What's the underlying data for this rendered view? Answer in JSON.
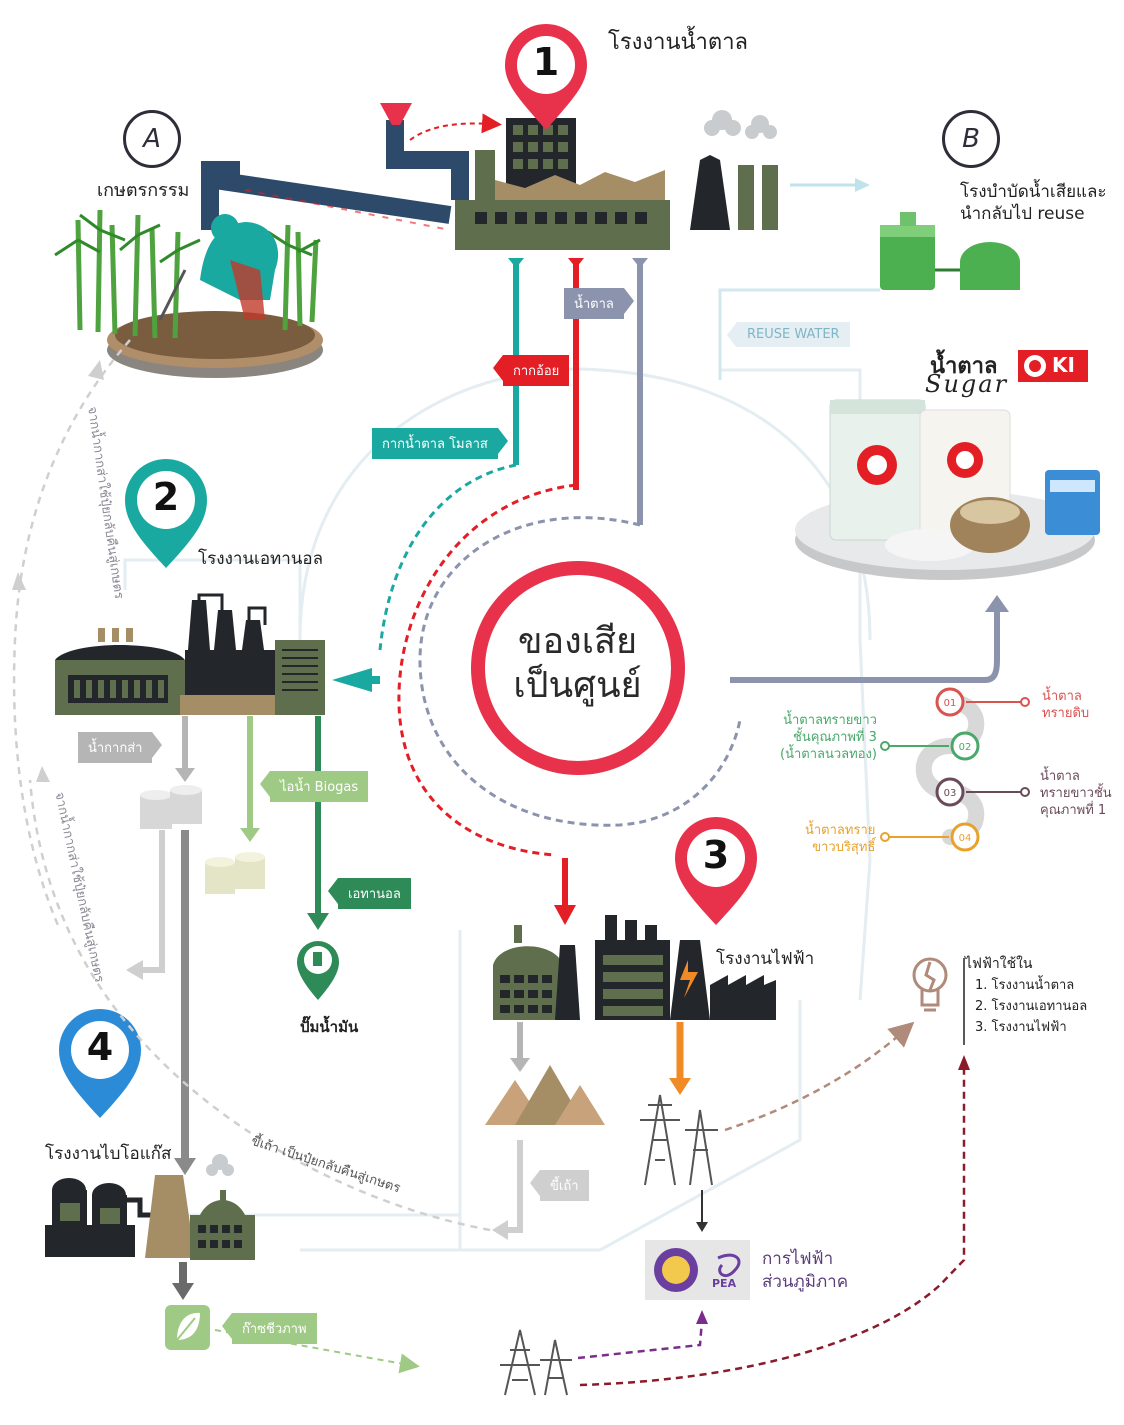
{
  "plants": {
    "sugar_mill": {
      "number": "1",
      "label": "โรงงานน้ำตาล"
    },
    "ethanol": {
      "number": "2",
      "label": "โรงงานเอทานอล"
    },
    "power": {
      "number": "3",
      "label": "โรงงานไฟฟ้า"
    },
    "biogas": {
      "number": "4",
      "label": "โรงงานไบโอแก๊ส"
    }
  },
  "nodes": {
    "agriculture": {
      "letter": "A",
      "label": "เกษตรกรรม"
    },
    "wastewater": {
      "letter": "B",
      "label_line1": "โรงบำบัดน้ำเสียและ",
      "label_line2": "นำกลับไป reuse"
    }
  },
  "center": {
    "line1": "ของเสีย",
    "line2": "เป็นศูนย์"
  },
  "flows": {
    "sugar": "น้ำตาล",
    "bagasse": "กากอ้อย",
    "molasses": "กากน้ำตาล โมลาส",
    "reuse_water": "REUSE WATER",
    "vinasse": "น้ำกากส่า",
    "biogas_steam": "ไอน้ำ Biogas",
    "ethanol": "เอทานอล",
    "gas_station": "ปั๊มน้ำมัน",
    "ash": "ขี้เถ้า",
    "biogas_gas": "ก๊าซชีวภาพ",
    "ash_return": "ขี้เถ้า เป็นปุ๋ยกลับคืนสู่เกษตร",
    "vinasse_return_1": "จากน้ำกากส่าใช้ปุ๋ยกลับคืนสู่เกษตร",
    "vinasse_return_2": "จากน้ำกากส่าใช้ปุ๋ยกลับคืนสู่เกษตร"
  },
  "products": {
    "brand_title": "น้ำตาล",
    "brand_script": "Sugar",
    "brand_logo": "KI",
    "grades": [
      {
        "num": "01",
        "label": "น้ำตาล\nทรายดิบ",
        "color": "#d9534f"
      },
      {
        "num": "02",
        "label": "น้ำตาลทรายขาว\nชั้นคุณภาพที่ 3\n(น้ำตาลนวลทอง)",
        "color": "#49a86a"
      },
      {
        "num": "03",
        "label": "น้ำตาล\nทรายขาวชั้น\nคุณภาพที่ 1",
        "color": "#6b4a5a"
      },
      {
        "num": "04",
        "label": "น้ำตาลทราย\nขาวบริสุทธิ์",
        "color": "#e8a22b"
      }
    ]
  },
  "electricity": {
    "title": "ไฟฟ้าใช้ใน",
    "items": [
      "1. โรงงานน้ำตาล",
      "2. โรงงานเอทานอล",
      "3. โรงงานไฟฟ้า"
    ],
    "pea_label_line1": "การไฟฟ้า",
    "pea_label_line2": "ส่วนภูมิภาค",
    "pea_logo": "PEA"
  },
  "colors": {
    "red": "#e31e24",
    "teal": "#1aa9a0",
    "slate": "#8c93ad",
    "orange": "#f08a24",
    "grey": "#b5b5b5",
    "green": "#2e8b57",
    "olive": "#5f6e4c",
    "dark": "#23262b",
    "wood": "#a58d66",
    "lightgreen": "#9fca86",
    "pink": "#e8324c",
    "blue": "#2b8bd6"
  }
}
